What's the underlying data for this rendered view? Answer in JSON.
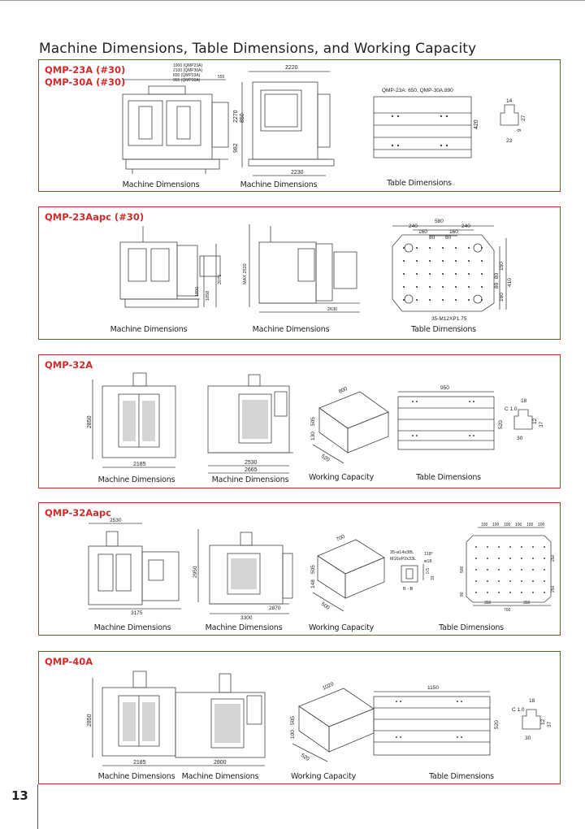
{
  "page": {
    "title": "Machine Dimensions, Table Dimensions, and Working Capacity",
    "number": "13"
  },
  "sections": [
    {
      "models": [
        "QMP-23A (#30)",
        "QMP-30A (#30)"
      ],
      "figures": [
        {
          "caption": "Machine Dimensions",
          "dims": [
            "1900 (QMP23A)",
            "2100 (QMP30A)",
            "830 (QMP23A)",
            "965 (QMP30A)",
            "555"
          ]
        },
        {
          "caption": "Machine Dimensions",
          "dims": [
            "2220",
            "2270",
            "850",
            "982",
            "2230"
          ]
        },
        {
          "caption": "Table Dimensions",
          "dims": [
            "QMP-23A: 650, QMP-30A:890",
            "420",
            "14",
            "27",
            "9",
            "23"
          ]
        }
      ]
    },
    {
      "models": [
        "QMP-23Aapc (#30)"
      ],
      "figures": [
        {
          "caption": "Machine Dimensions",
          "dims": [
            "1850",
            "1058",
            "2075"
          ]
        },
        {
          "caption": "Machine Dimensions",
          "dims": [
            "MAX 2520",
            "2630"
          ]
        },
        {
          "caption": "Table Dimensions",
          "dims": [
            "580",
            "240",
            "240",
            "160",
            "160",
            "80",
            "80",
            "150",
            "410",
            "80",
            "80",
            "160",
            "35-M12XP1.75"
          ]
        }
      ]
    },
    {
      "models": [
        "QMP-32A"
      ],
      "figures": [
        {
          "caption": "Machine Dimensions",
          "dims": [
            "2850",
            "2185"
          ]
        },
        {
          "caption": "Machine Dimensions",
          "dims": [
            "2530",
            "2665"
          ]
        },
        {
          "caption": "Working Capacity",
          "dims": [
            "800",
            "505",
            "130",
            "520"
          ]
        },
        {
          "caption": "Table Dimensions",
          "dims": [
            "950",
            "520",
            "18",
            "C 1.0",
            "37",
            "12",
            "30"
          ]
        }
      ]
    },
    {
      "models": [
        "QMP-32Aapc"
      ],
      "figures": [
        {
          "caption": "Machine Dimensions",
          "dims": [
            "2530",
            "3175"
          ]
        },
        {
          "caption": "Machine Dimensions",
          "dims": [
            "2950",
            "2870",
            "3300"
          ]
        },
        {
          "caption": "Working Capacity",
          "dims": [
            "700",
            "505",
            "148",
            "500"
          ]
        },
        {
          "caption": "",
          "dims": [
            "35-ø14x38L",
            "M16xP2x33L",
            "118°",
            "ø18",
            "0.5",
            "33",
            "B - B"
          ]
        },
        {
          "caption": "Table Dimensions",
          "dims": [
            "100",
            "100",
            "100",
            "100",
            "100",
            "100",
            "250",
            "500",
            "250",
            "350",
            "350",
            "700",
            "80"
          ]
        }
      ]
    },
    {
      "models": [
        "QMP-40A"
      ],
      "figures": [
        {
          "caption": "Machine Dimensions",
          "dims": [
            "2850",
            "2185"
          ]
        },
        {
          "caption": "Machine Dimensions",
          "dims": [
            "2800"
          ]
        },
        {
          "caption": "Working Capacity",
          "dims": [
            "1020",
            "505",
            "100",
            "520"
          ]
        },
        {
          "caption": "Table Dimensions",
          "dims": [
            "1150",
            "520",
            "18",
            "C 1.0",
            "37",
            "12",
            "30"
          ]
        }
      ]
    }
  ],
  "colors": {
    "accent": "#d42a2a",
    "ink": "#222222",
    "line": "#444444"
  }
}
